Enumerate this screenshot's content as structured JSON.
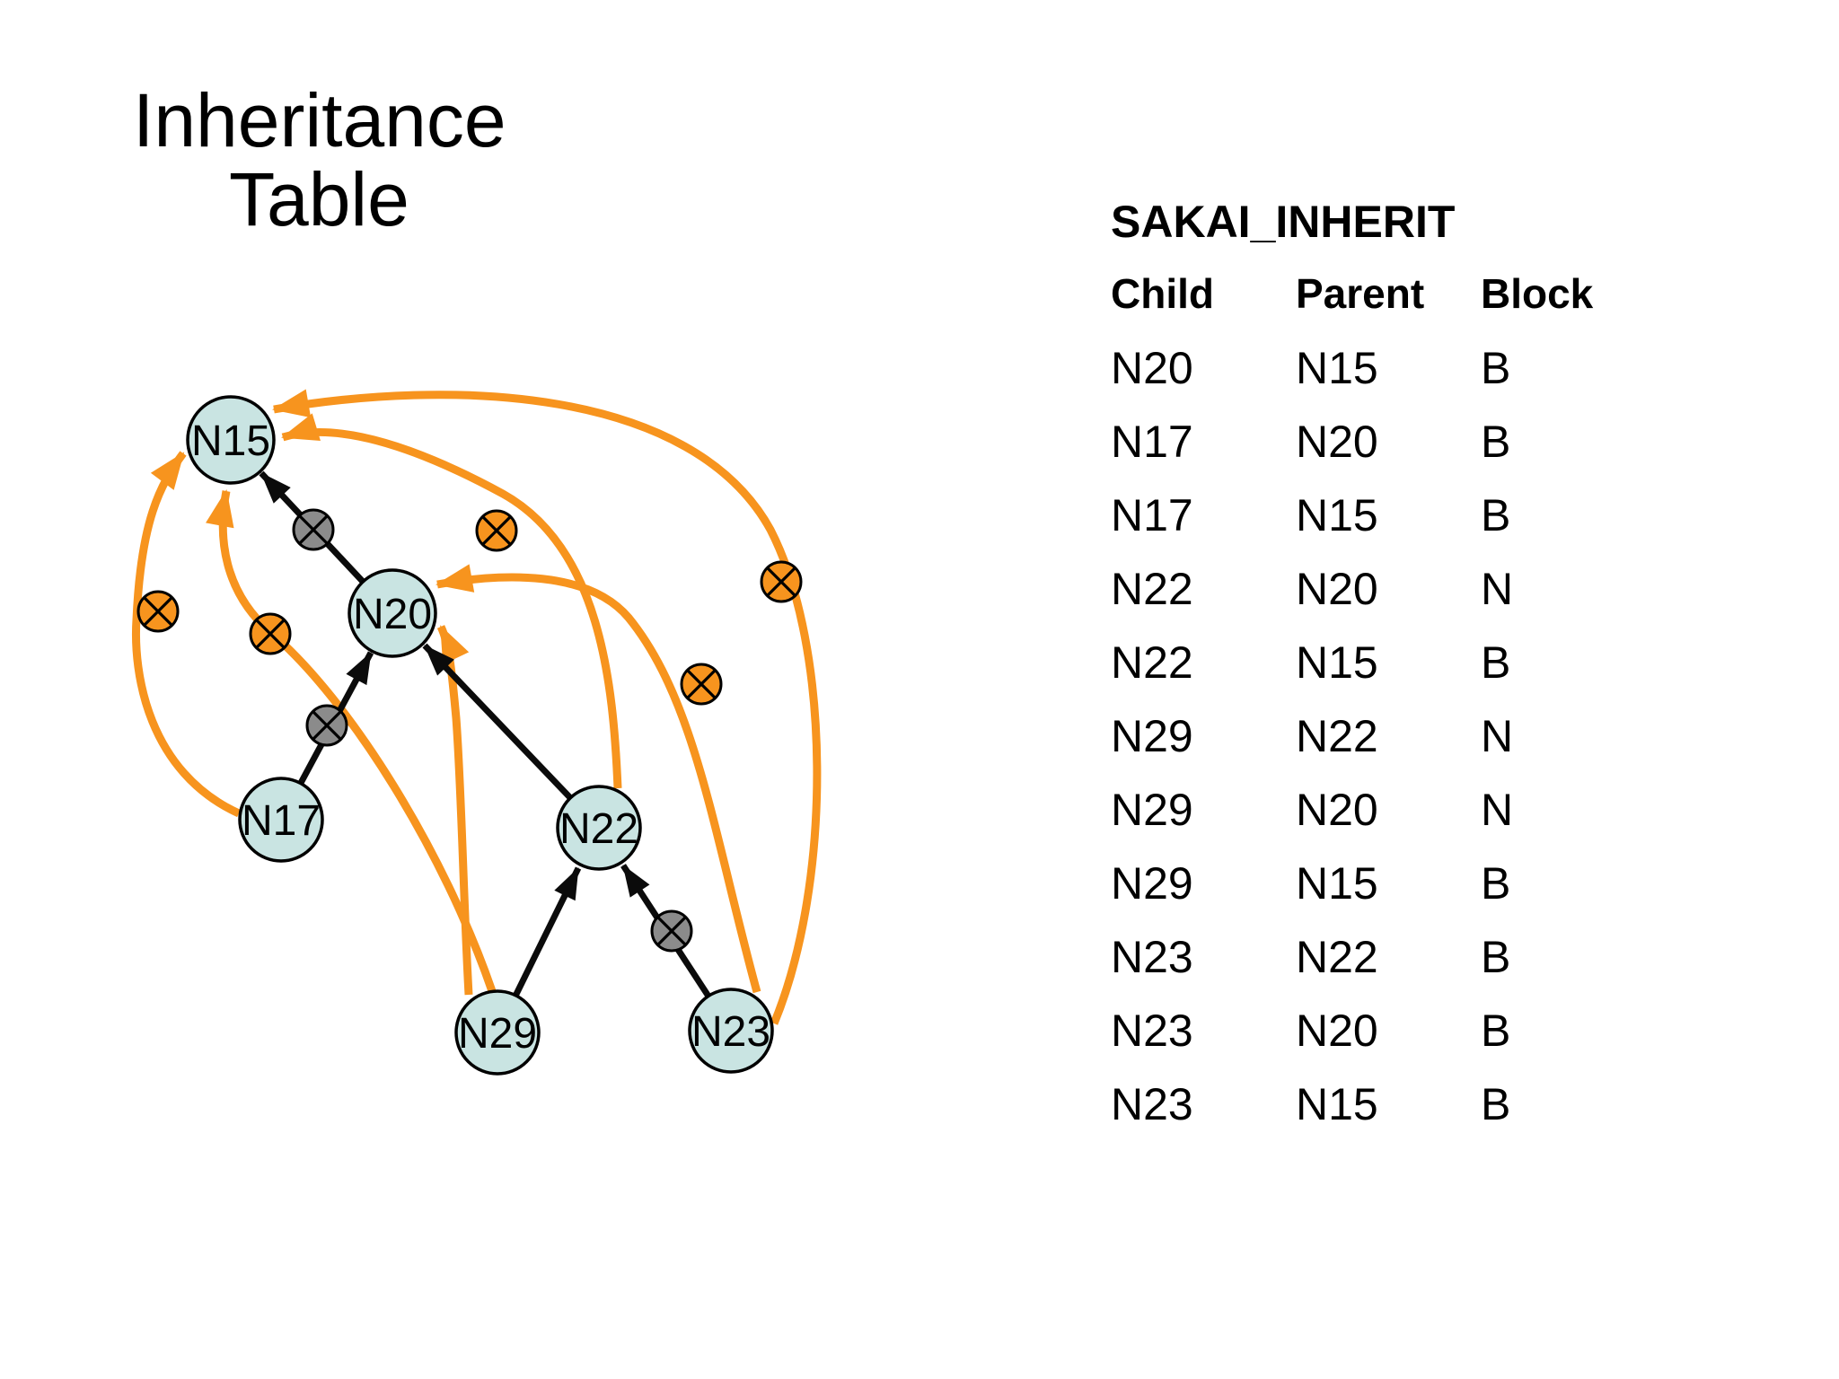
{
  "slide": {
    "title_line1": "Inheritance",
    "title_line2": "Table"
  },
  "inherit_table": {
    "name": "SAKAI_INHERIT",
    "columns": [
      "Child",
      "Parent",
      "Block"
    ],
    "rows": [
      [
        "N20",
        "N15",
        "B"
      ],
      [
        "N17",
        "N20",
        "B"
      ],
      [
        "N17",
        "N15",
        "B"
      ],
      [
        "N22",
        "N20",
        "N"
      ],
      [
        "N22",
        "N15",
        "B"
      ],
      [
        "N29",
        "N22",
        "N"
      ],
      [
        "N29",
        "N20",
        "N"
      ],
      [
        "N29",
        "N15",
        "B"
      ],
      [
        "N23",
        "N22",
        "B"
      ],
      [
        "N23",
        "N20",
        "B"
      ],
      [
        "N23",
        "N15",
        "B"
      ]
    ]
  },
  "diagram": {
    "nodes": [
      {
        "id": "n15",
        "label": "N15"
      },
      {
        "id": "n20",
        "label": "N20"
      },
      {
        "id": "n17",
        "label": "N17"
      },
      {
        "id": "n22",
        "label": "N22"
      },
      {
        "id": "n29",
        "label": "N29"
      },
      {
        "id": "n23",
        "label": "N23"
      }
    ],
    "tree_edges": [
      {
        "child": "N20",
        "parent": "N15",
        "marker": "gray-x"
      },
      {
        "child": "N17",
        "parent": "N20",
        "marker": "gray-x"
      },
      {
        "child": "N22",
        "parent": "N20",
        "marker": "none"
      },
      {
        "child": "N29",
        "parent": "N22",
        "marker": "none"
      },
      {
        "child": "N23",
        "parent": "N22",
        "marker": "gray-x"
      }
    ],
    "inheritance_edges": [
      {
        "child": "N17",
        "parent": "N15",
        "marker": "orange-x"
      },
      {
        "child": "N29",
        "parent": "N15",
        "marker": "orange-x"
      },
      {
        "child": "N29",
        "parent": "N20",
        "marker": "none"
      },
      {
        "child": "N22",
        "parent": "N15",
        "marker": "orange-x"
      },
      {
        "child": "N23",
        "parent": "N20",
        "marker": "orange-x"
      },
      {
        "child": "N23",
        "parent": "N15",
        "marker": "orange-x"
      }
    ],
    "colors": {
      "node_fill": "#C9E4E2",
      "node_stroke": "#000000",
      "tree_edge": "#0B0B0B",
      "inherit_edge": "#F7941E",
      "blocked_gray": "#8B8B8B",
      "blocked_orange": "#F7941E"
    }
  }
}
